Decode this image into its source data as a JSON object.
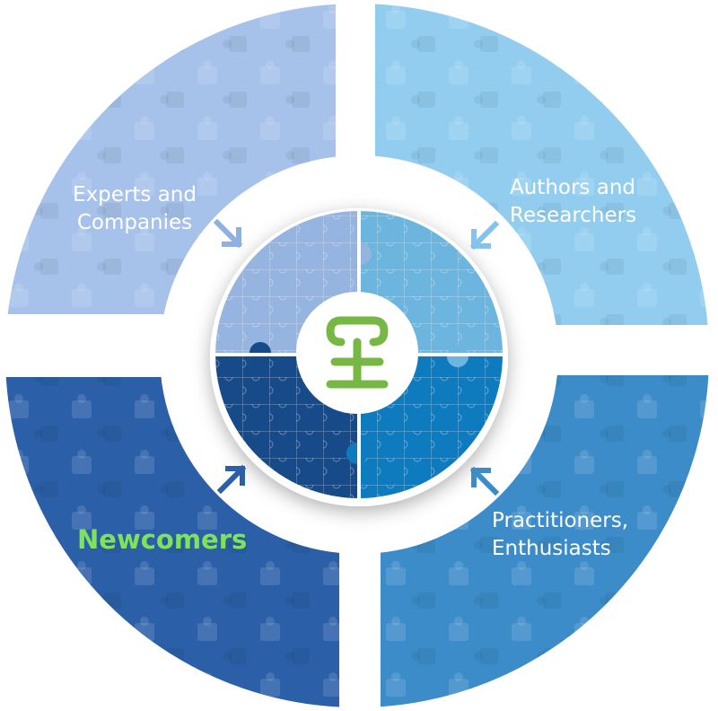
{
  "quadrants": {
    "top_left": {
      "lines": [
        "Experts and",
        "Companies"
      ],
      "color": "#a6c1ea",
      "inner_color": "#96b4e0"
    },
    "top_right": {
      "lines": [
        "Authors and",
        "Researchers"
      ],
      "color": "#92cdf0",
      "inner_color": "#6bb5de"
    },
    "bottom_left": {
      "lines": [
        "Newcomers"
      ],
      "color": "#2b60a8",
      "inner_color": "#174a88",
      "text_color": "#7fe35a"
    },
    "bottom_right": {
      "lines": [
        "Practitioners,",
        "Enthusiasts"
      ],
      "color": "#3c8cc9",
      "inner_color": "#0f7bbf"
    }
  },
  "logo": {
    "icon": "puzzle-logo-icon",
    "color": "#76b843"
  }
}
